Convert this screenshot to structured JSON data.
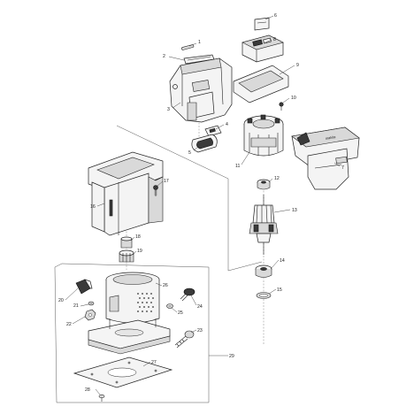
{
  "diagram": {
    "parts": [
      {
        "no": "1"
      },
      {
        "no": "2"
      },
      {
        "no": "3"
      },
      {
        "no": "4"
      },
      {
        "no": "5"
      },
      {
        "no": "6"
      },
      {
        "no": "7"
      },
      {
        "no": "8"
      },
      {
        "no": "9"
      },
      {
        "no": "10"
      },
      {
        "no": "11"
      },
      {
        "no": "12"
      },
      {
        "no": "13"
      },
      {
        "no": "14"
      },
      {
        "no": "15"
      },
      {
        "no": "16"
      },
      {
        "no": "17"
      },
      {
        "no": "18"
      },
      {
        "no": "19"
      },
      {
        "no": "20"
      },
      {
        "no": "21"
      },
      {
        "no": "22"
      },
      {
        "no": "23"
      },
      {
        "no": "24"
      },
      {
        "no": "25"
      },
      {
        "no": "26"
      },
      {
        "no": "27"
      },
      {
        "no": "28"
      },
      {
        "no": "29"
      }
    ]
  },
  "labels": {
    "battery_housing_text": "makita"
  }
}
